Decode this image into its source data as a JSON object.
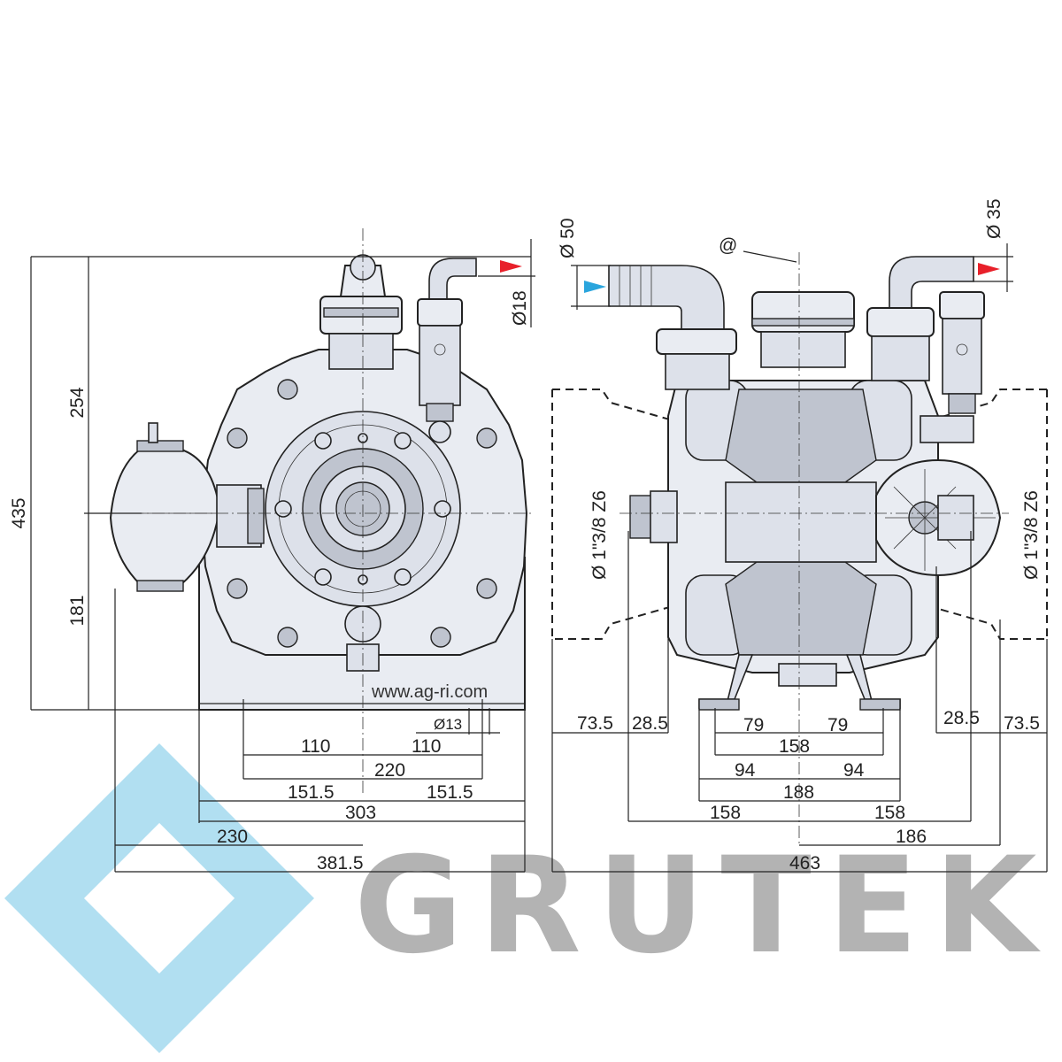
{
  "side_view": {
    "heights": [
      "435",
      "254",
      "181"
    ],
    "outlet_diameter": "Ø18",
    "mount_hole": "Ø13",
    "widths": [
      "110",
      "110",
      "220",
      "151.5",
      "151.5",
      "303",
      "230",
      "381.5"
    ],
    "website": "www.ag-ri.com"
  },
  "front_view": {
    "inlet_diameter": "Ø 50",
    "outlet_diameter": "Ø 35",
    "center_marker": "@",
    "shaft_left": "Ø 1\"3/8 Z6",
    "shaft_right": "Ø 1\"3/8 Z6",
    "widths_left": [
      "73.5",
      "28.5"
    ],
    "widths_right": [
      "28.5",
      "73.5"
    ],
    "foot_widths": [
      "79",
      "79",
      "158",
      "94",
      "94",
      "188",
      "158",
      "158",
      "186",
      "463"
    ]
  },
  "brand": {
    "name": "GRUTEK",
    "logo_color": "#a8dcef",
    "text_color": "#b3b3b3"
  },
  "colors": {
    "inlet_arrow": "#2aa5dd",
    "outlet_arrow": "#e8202a"
  }
}
